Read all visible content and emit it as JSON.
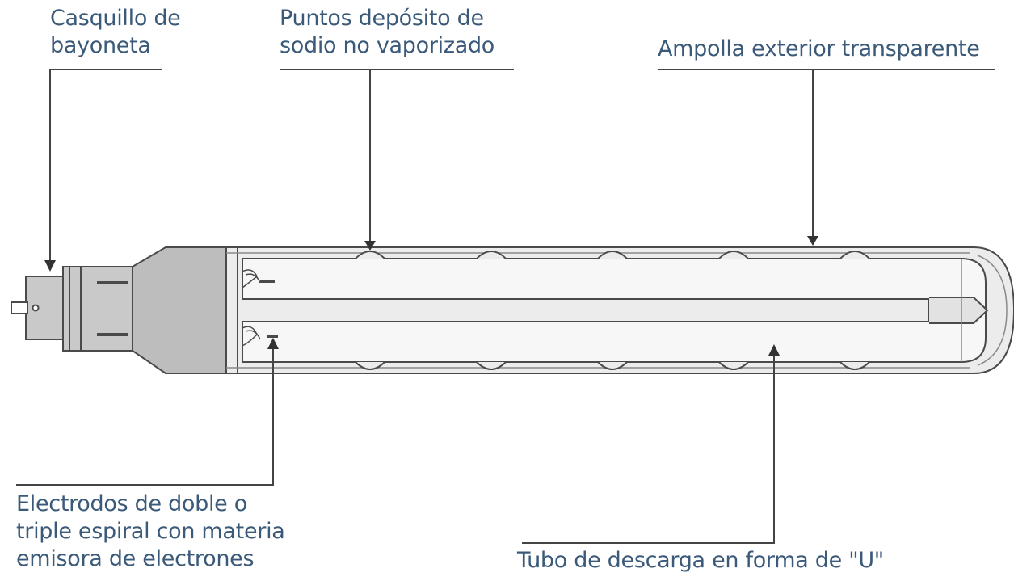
{
  "labels": {
    "bayonet_cap": {
      "line1": "Casquillo de",
      "line2": "bayoneta"
    },
    "sodium_deposits": {
      "line1": "Puntos depósito de",
      "line2": "sodio no vaporizado"
    },
    "outer_bulb": {
      "line1": "Ampolla exterior transparente"
    },
    "electrodes": {
      "line1": "Electrodos de doble o",
      "line2": "triple espiral con materia",
      "line3": "emisora de electrones"
    },
    "discharge_tube": {
      "line1": "Tubo de descarga en forma de \"U\""
    }
  },
  "colors": {
    "text": "#3b5a7a",
    "line": "#4a4a4a",
    "glass_fill": "#e8e8e8",
    "tube_fill": "#f4f4f4",
    "metal_fill": "#c9c9c9",
    "metal_dark": "#9a9a9a"
  }
}
